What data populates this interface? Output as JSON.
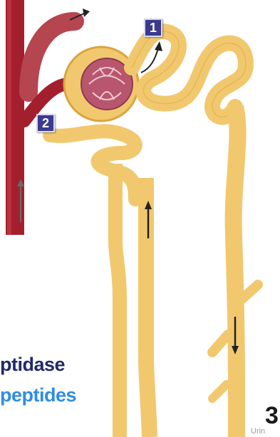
{
  "badges": {
    "one": "1",
    "two": "2"
  },
  "labels": {
    "enzyme": "ptidase",
    "substrate": "peptides"
  },
  "corner_number": "3",
  "corner_fragment": "Urin",
  "colors": {
    "tubule": "#f2c86e",
    "tubule_edge": "#d9a53e",
    "blood_vessel": "#a31f2e",
    "arteriole": "#b5454f",
    "badge": "#3b3a8f",
    "enzyme_text": "#1f2a6b",
    "substrate_text": "#2f8de4"
  }
}
